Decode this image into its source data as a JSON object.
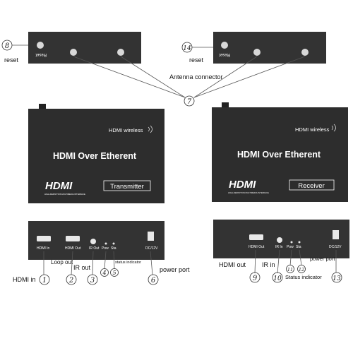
{
  "colors": {
    "device_body": "#2a2a2a",
    "device_face": "#333333",
    "panel": "#3a3a3a",
    "port": "#e8e8e8",
    "line": "#555555",
    "text": "#111111"
  },
  "top_panels": {
    "reset_left": "Reset",
    "reset_right": "Reset",
    "reset_caption_left": "reset",
    "reset_caption_right": "reset",
    "antenna_label": "Antenna connector",
    "num_8": "8",
    "num_14": "14",
    "num_7": "7"
  },
  "transmitter": {
    "wireless": "HDMI wireless",
    "title": "HDMI Over Etherent",
    "logo": "HDMI",
    "logo_sub": "HIGH-DEFINITION MULTIMEDIA INTERFACE",
    "badge": "Transmitter"
  },
  "receiver": {
    "wireless": "HDMI wireless",
    "title": "HDMI Over Etherent",
    "logo": "HDMI",
    "logo_sub": "HIGH-DEFINITION MULTIMEDIA INTERFACE",
    "badge": "Receiver"
  },
  "tx_back": {
    "hdmi_in": "HDMI In",
    "hdmi_out": "HDMI Out",
    "ir_out": "IR Out",
    "pow": "Pow",
    "sta": "Sta",
    "dc": "DC/12V",
    "loop_out": "Loop out",
    "ir_out_caption": "IR out",
    "status_indicator": "status indicator",
    "power_port": "power port",
    "hdmi_in_caption": "HDMI in",
    "n1": "1",
    "n2": "2",
    "n3": "3",
    "n4": "4",
    "n5": "5",
    "n6": "6"
  },
  "rx_back": {
    "hdmi_out": "HDMI Out",
    "ir_in": "IR In",
    "pow": "Pow",
    "sta": "Sta",
    "dc": "DC/12V",
    "hdmi_out_caption": "HDMI out",
    "ir_in_caption": "IR in",
    "status_indicator": "Status indicator",
    "power_port": "power port",
    "n9": "9",
    "n10": "10",
    "n11": "11",
    "n12": "12",
    "n13": "13"
  }
}
